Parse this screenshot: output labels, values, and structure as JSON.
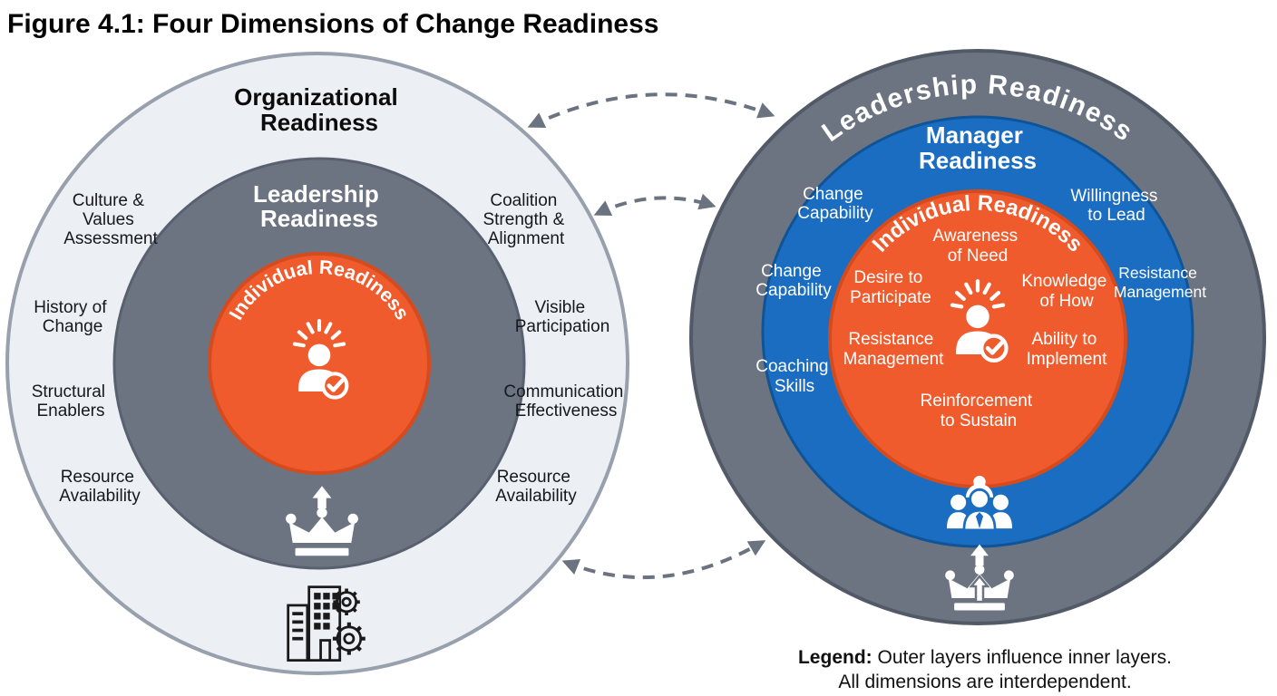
{
  "figure_title": "Figure 4.1: Four Dimensions of Change Readiness",
  "colors": {
    "orange": "#F05B2D",
    "orange_border": "#D64B1D",
    "blue": "#1A6DC0",
    "blue_border": "#0F5496",
    "slate": "#6C7482",
    "slate_border": "#575F6D",
    "light": "#ECF0F4",
    "light_border": "#97A0AC",
    "arrow": "#6B7380"
  },
  "left_diagram": {
    "outer_title": {
      "lines": [
        "Organizational",
        "Readiness"
      ]
    },
    "middle_title": {
      "lines": [
        "Leadership",
        "Readiness"
      ]
    },
    "inner_title": "Individual Readiness",
    "ring_labels": [
      {
        "lines": [
          "Culture &",
          "Values",
          "Assessment"
        ]
      },
      {
        "lines": [
          "History of",
          "Change"
        ]
      },
      {
        "lines": [
          "Structural",
          "Enablers"
        ]
      },
      {
        "lines": [
          "Resource",
          "Availability"
        ]
      },
      {
        "lines": [
          "Coalition",
          "Strength &",
          "Alignment"
        ]
      },
      {
        "lines": [
          "Visible",
          "Participation"
        ]
      },
      {
        "lines": [
          "Communication",
          "Effectiveness"
        ]
      },
      {
        "lines": [
          "Resource",
          "Availability"
        ]
      }
    ],
    "icons": {
      "inner": "person-check-rays-icon",
      "middle_bottom": "crown-arrow-icon",
      "outer_bottom": "building-gears-icon"
    }
  },
  "right_diagram": {
    "outer_title": "Leadership Readiness",
    "middle_title": {
      "lines": [
        "Manager",
        "Readiness"
      ]
    },
    "inner_title": "Individual Readiness",
    "ring_labels": [
      {
        "lines": [
          "Change",
          "Capability"
        ]
      },
      {
        "lines": [
          "Willingness",
          "to Lead"
        ]
      },
      {
        "lines": [
          "Change",
          "Capability"
        ]
      },
      {
        "lines": [
          "Resistance",
          "Management"
        ]
      },
      {
        "lines": [
          "Coaching",
          "Skills"
        ]
      }
    ],
    "inner_labels": [
      {
        "lines": [
          "Awareness",
          "of Need"
        ]
      },
      {
        "lines": [
          "Desire to",
          "Participate"
        ]
      },
      {
        "lines": [
          "Knowledge",
          "of How"
        ]
      },
      {
        "lines": [
          "Resistance",
          "Management"
        ]
      },
      {
        "lines": [
          "Ability to",
          "Implement"
        ]
      },
      {
        "lines": [
          "Reinforcement",
          "to Sustain"
        ]
      }
    ],
    "icons": {
      "inner": "person-check-rays-icon",
      "middle_bottom": "team-icon",
      "outer_bottom": "crown-arrow-icon"
    }
  },
  "connectors": [
    "top-dashed-arrow",
    "middle-dashed-arrow",
    "bottom-dashed-arrow"
  ],
  "legend": {
    "prefix": "Legend:",
    "line1_rest": " Outer layers influence inner layers.",
    "line2": "All dimensions are interdependent."
  }
}
